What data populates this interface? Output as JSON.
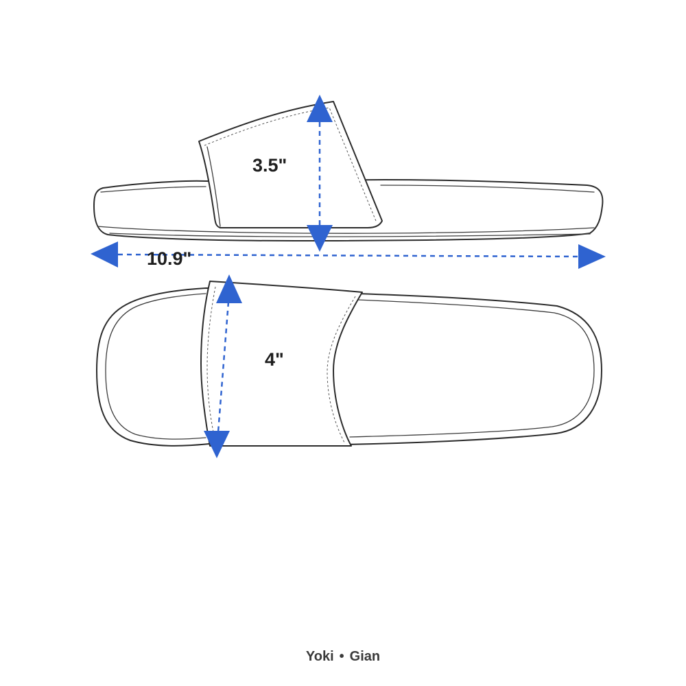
{
  "dimensions": {
    "height_label": "3.5\"",
    "length_label": "10.9\"",
    "width_label": "4\""
  },
  "footer": {
    "left": "Yoki",
    "separator": "•",
    "right": "Gian"
  },
  "colors": {
    "arrow": "#2f63d0",
    "outline": "#2b2b2b",
    "text": "#1e1e1e"
  }
}
